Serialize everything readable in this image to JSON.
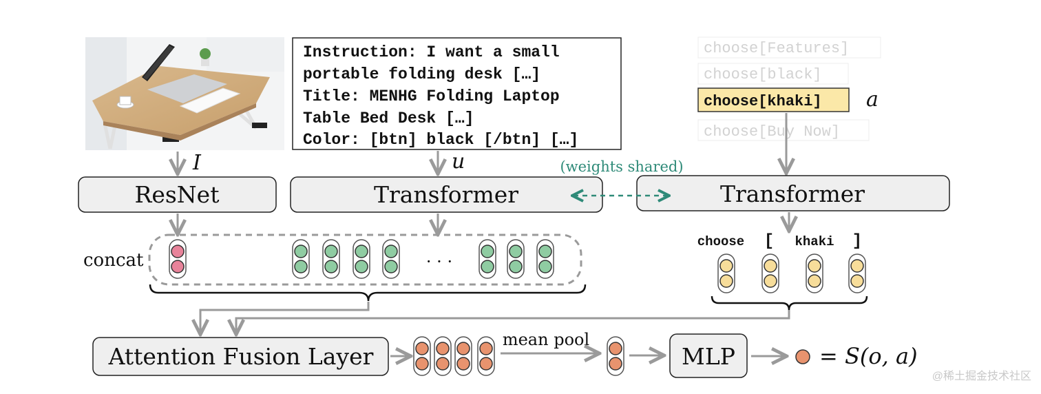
{
  "text_box": {
    "lines": [
      "Instruction: I want a small",
      "portable folding desk […]",
      "Title: MENHG Folding Laptop",
      "Table Bed Desk […]",
      "Color: [btn] black [/btn] […]"
    ]
  },
  "actions": {
    "items": [
      {
        "label": "choose[Features]",
        "highlighted": false
      },
      {
        "label": "choose[black]",
        "highlighted": false
      },
      {
        "label": "choose[khaki]",
        "highlighted": true
      },
      {
        "label": "choose[Buy Now]",
        "highlighted": false
      }
    ],
    "selected_symbol": "a"
  },
  "symbols": {
    "image": "I",
    "text": "u"
  },
  "modules": {
    "resnet": "ResNet",
    "transformer_left": "Transformer",
    "transformer_right": "Transformer",
    "fusion": "Attention Fusion Layer",
    "mlp": "MLP"
  },
  "labels": {
    "weights_shared": "(weights shared)",
    "concat": "concat",
    "ellipsis": "· · ·",
    "mean_pool": "mean pool",
    "score": "= S(o, a)",
    "watermark": "@稀土掘金技术社区"
  },
  "tokens": [
    "choose",
    "[",
    "khaki",
    "]"
  ],
  "colors": {
    "pink": "#e8839a",
    "green": "#8fcca2",
    "yellow": "#f7dd9a",
    "orange": "#e8936e",
    "arrow_gray": "#9a9a9a",
    "teal": "#2e8a78",
    "box_fill": "#efefef",
    "highlight": "#fbe8a8"
  }
}
